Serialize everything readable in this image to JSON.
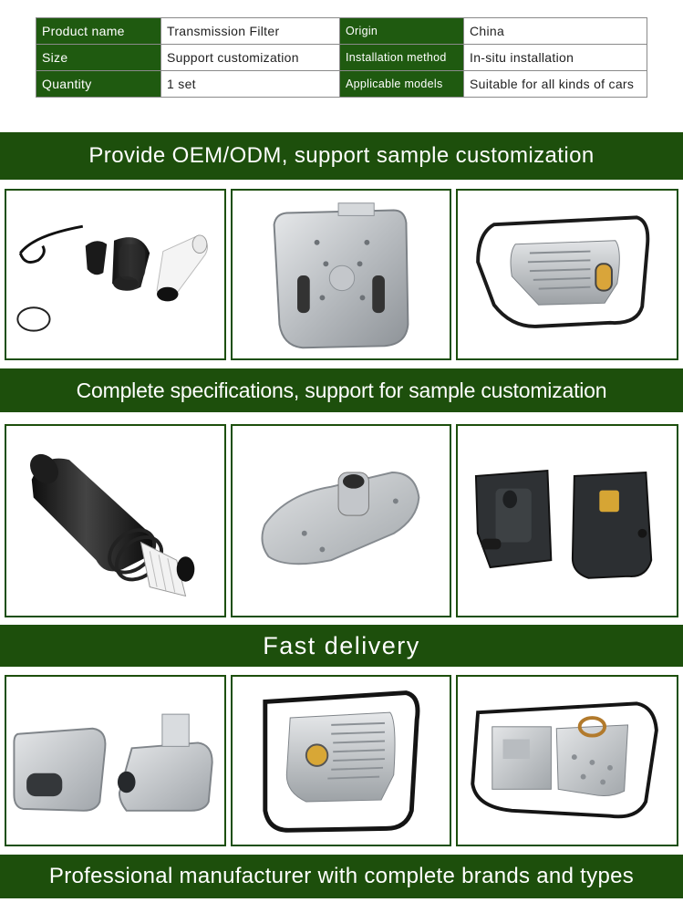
{
  "specs": {
    "rows": [
      {
        "label1": "Product  name",
        "value1": "Transmission Filter",
        "label2": "Origin",
        "value2": "China"
      },
      {
        "label1": "Size",
        "value1": "Support  customization",
        "label2": "Installation  method",
        "value2": "In-situ  installation"
      },
      {
        "label1": "Quantity",
        "value1": "1 set",
        "label2": "Applicable models",
        "value2": "Suitable  for  all  kinds  of  cars"
      }
    ]
  },
  "banners": {
    "oem": "Provide OEM/ODM, support sample customization",
    "specs": "Complete specifications, support for sample customization",
    "delivery": "Fast delivery",
    "manufacturer": "Professional manufacturer with complete brands and types"
  },
  "colors": {
    "brand_green": "#1d4f0c",
    "label_green": "#1f5a10"
  }
}
